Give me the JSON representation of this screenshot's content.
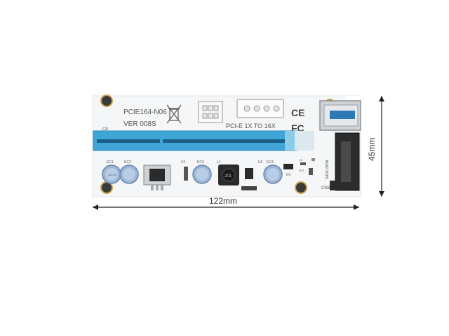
{
  "board": {
    "model_line1": "PCIE164-N06",
    "model_line2": "VER 008S",
    "slot_label": "PCI-E 1X TO 16X",
    "ce_mark": "CE",
    "fc_mark": "FC",
    "sata_label": "SATA 15PIN",
    "cn_label": "CN3",
    "components": [
      "EC1",
      "EC2",
      "U1",
      "EC3",
      "L1",
      "U2",
      "EC4",
      "D1",
      "R12",
      "C5"
    ],
    "inductor_code": "201",
    "cap_text": "100uF 25V",
    "colors": {
      "pcb": "#f4f6f7",
      "slot": "#3ea5d6",
      "usb": "#2f78b8"
    }
  },
  "dimensions": {
    "width_label": "122mm",
    "height_label": "45mm"
  }
}
